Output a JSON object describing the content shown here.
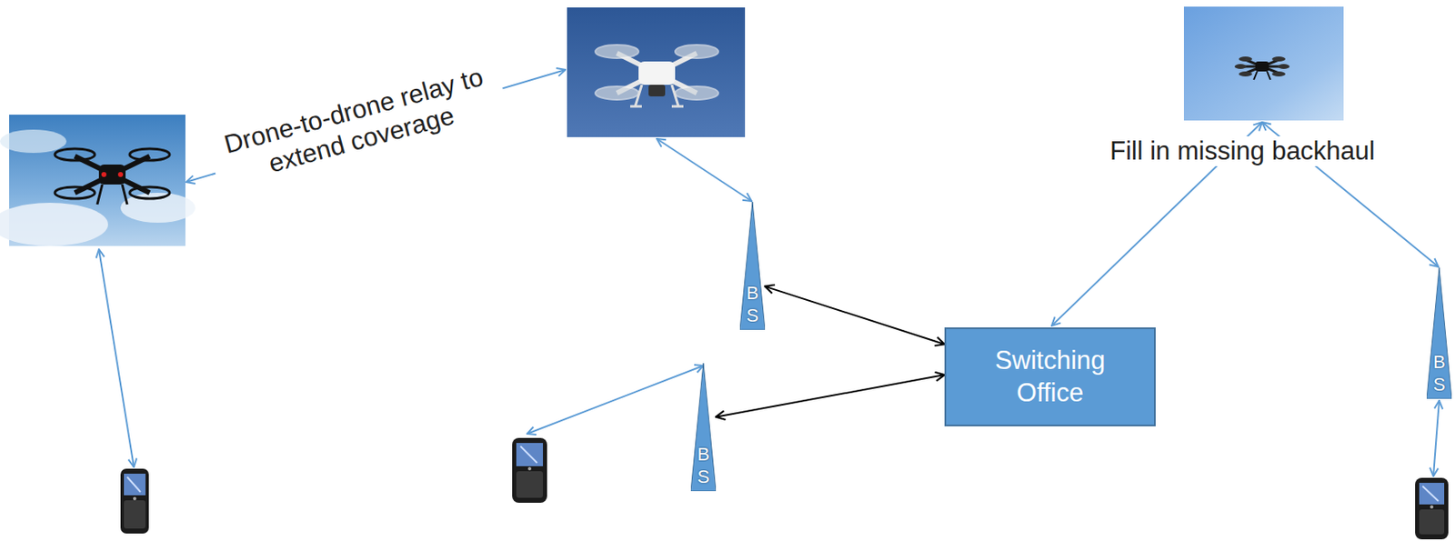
{
  "diagram": {
    "nodes": [
      {
        "text": [
          "B S"
        ]
      },
      {
        "text": [
          "Switching Office"
        ]
      },
      {
        "text": [
          "B S"
        ]
      },
      {
        "text": [
          "B S"
        ]
      }
    ],
    "edges": [
      {
        "from": 0,
        "to": 1,
        "arrow": "both"
      },
      {
        "from": 2,
        "to": 1,
        "arrow": "both"
      }
    ],
    "labels": [
      "Drone-to-drone relay to extend coverage",
      "Fill in missing backhaul"
    ]
  }
}
